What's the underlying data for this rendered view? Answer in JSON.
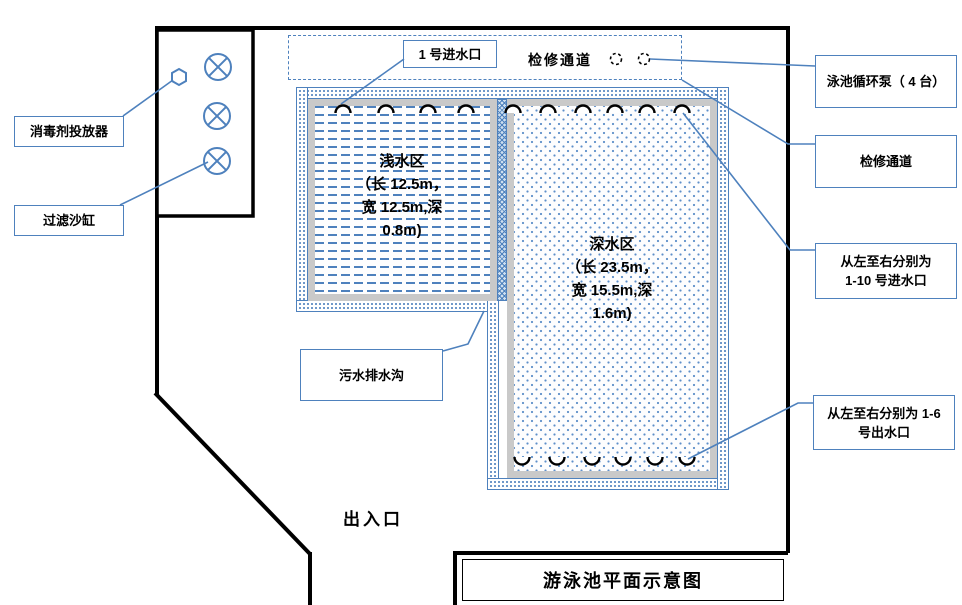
{
  "diagram": {
    "title": "游泳池平面示意图",
    "labels": {
      "disinfectant": "消毒剂投放器",
      "filter_tank": "过滤沙缸",
      "inlet_no1": "1 号进水口",
      "corridor_top": "检修通道",
      "pump_box": "泳池循环泵（ 4 台）",
      "corridor_box": "检修通道",
      "inlets_line1": "从左至右分别为",
      "inlets_line2": "1-10 号进水口",
      "drain_box": "污水排水沟",
      "outlets_line1": "从左至右分别为 1-6",
      "outlets_line2": "号出水口",
      "entrance": "出入口"
    },
    "zones": {
      "shallow": {
        "name": "浅水区",
        "dim1": "（长 12.5m，",
        "dim2": "宽 12.5m,深",
        "dim3": "0.8m)"
      },
      "deep": {
        "name": "深水区",
        "dim1": "（长 23.5m，",
        "dim2": "宽 15.5m,深",
        "dim3": "1.6m)"
      }
    },
    "counts": {
      "top_inlet_arcs": 10,
      "bottom_outlet_arcs": 6,
      "pump_symbols_visible": 2,
      "pumps_stated_in_label": 4,
      "equipment_circled_x_symbols": 3
    },
    "icons": {
      "circled_x": "circled-x equipment symbol (filter/treatment unit)",
      "hexagon": "small hexagon valve/dispenser symbol",
      "dashed_circle": "dashed circle pump symbol",
      "top_arc": "inlet arc symbol (∩)",
      "bottom_arc": "outlet arc symbol (∪)"
    },
    "colors": {
      "accent_blue": "#4E81BD",
      "wall_black": "#000000",
      "pool_edge_gray": "#C9C9C9",
      "background": "#FFFFFF"
    }
  }
}
